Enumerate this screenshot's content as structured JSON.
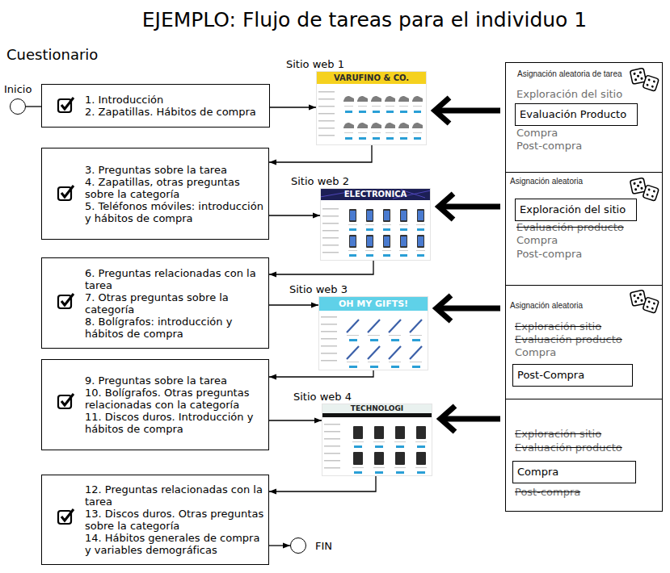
{
  "diagram": {
    "title": "EJEMPLO: Flujo de tareas para el individuo 1",
    "nodes": [
      {
        "text": [
          "Inicio"
        ]
      },
      {
        "text": [
          "1. Introducción",
          "2. Zapatillas. Hábitos de compra"
        ]
      },
      {
        "text": [
          "Sitio web 1",
          "VARUFINO & CO."
        ]
      },
      {
        "text": [
          "Asignación aleatoria de tarea",
          "Exploración del sitio",
          "Compra",
          "Post-compra"
        ]
      },
      {
        "text": [
          "Evaluación Producto"
        ],
        "in": 3
      },
      {
        "text": [
          "3. Preguntas sobre la tarea",
          "4. Zapatillas, otras preguntas sobre la categoría",
          "5. Teléfonos móviles: introducción y hábitos de compra"
        ]
      },
      {
        "text": [
          "Sitio web 2",
          "ELECTRONICA"
        ]
      },
      {
        "text": [
          "Asignación aleatoria",
          "Evaluación producto",
          "Compra",
          "Post-compra"
        ]
      },
      {
        "text": [
          "Exploración del sitio"
        ],
        "in": 7
      },
      {
        "text": [
          "6. Preguntas relacionadas con la tarea",
          "7. Otras preguntas sobre la categoría",
          "8. Bolígrafos: introducción y hábitos de compra"
        ]
      },
      {
        "text": [
          "Sitio web 3",
          "OH MY GIFTS!"
        ]
      },
      {
        "text": [
          "Asignación aleatoria",
          "Exploración sitio",
          "Evaluación producto",
          "Compra"
        ]
      },
      {
        "text": [
          "Post-Compra"
        ],
        "in": 11
      },
      {
        "text": [
          "9. Preguntas sobre la tarea",
          "10. Bolígrafos. Otras preguntas relacionadas con la categoría",
          "11. Discos duros. Introducción y hábitos de compra"
        ]
      },
      {
        "text": [
          "Sitio web 4",
          "TECHNOLOGI"
        ]
      },
      {
        "text": [
          "Exploración sitio",
          "Evaluación producto",
          "Post-compra"
        ]
      },
      {
        "text": [
          "Compra"
        ],
        "in": 15
      },
      {
        "text": [
          "12. Preguntas relacionadas con la tarea",
          "13. Discos duros. Otras preguntas sobre la categoría",
          "14. Hábitos generales de compra y variables demográficas"
        ]
      },
      {
        "text": [
          "FIN"
        ]
      }
    ],
    "edges": [
      {
        "from": 0,
        "to": 1,
        "arrow": "none"
      },
      {
        "from": 1,
        "to": 2,
        "arrow": "to"
      },
      {
        "from": 2,
        "to": 5,
        "arrow": "to"
      },
      {
        "from": 5,
        "to": 6,
        "arrow": "to"
      },
      {
        "from": 6,
        "to": 9,
        "arrow": "to"
      },
      {
        "from": 9,
        "to": 10,
        "arrow": "to"
      },
      {
        "from": 10,
        "to": 13,
        "arrow": "to"
      },
      {
        "from": 13,
        "to": 14,
        "arrow": "to"
      },
      {
        "from": 14,
        "to": 17,
        "arrow": "to"
      },
      {
        "from": 17,
        "to": 18,
        "arrow": "to"
      },
      {
        "from": 3,
        "to": 2,
        "arrow": "to"
      },
      {
        "from": 7,
        "to": 6,
        "arrow": "to"
      },
      {
        "from": 11,
        "to": 10,
        "arrow": "to"
      },
      {
        "from": 15,
        "to": 14,
        "arrow": "to"
      }
    ],
    "labels": [
      "Cuestionario"
    ]
  }
}
